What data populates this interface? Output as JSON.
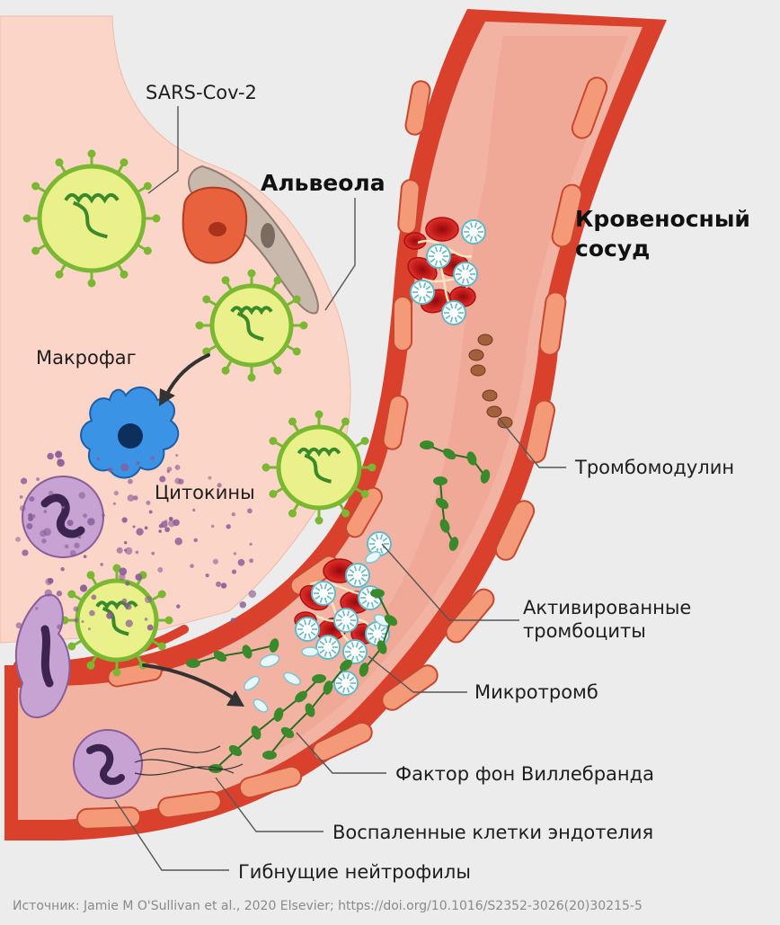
{
  "labels": {
    "sars_cov_2": "SARS-Cov-2",
    "alveola": "Альвеола",
    "blood_vessel_line1": "Кровеносный",
    "blood_vessel_line2": "сосуд",
    "macrophage": "Макрофаг",
    "cytokines": "Цитокины",
    "thrombomodulin": "Тромбомодулин",
    "activated_platelets_line1": "Активированные",
    "activated_platelets_line2": "тромбоциты",
    "microthrombus": "Микротромб",
    "von_willebrand": "Фактор фон Виллебранда",
    "inflamed_endothelium": "Воспаленные клетки эндотелия",
    "dying_neutrophils": "Гибнущие нейтрофилы"
  },
  "source": "Источник: Jamie M O'Sullivan et al., 2020 Elsevier; https://doi.org/10.1016/S2352-3026(20)30215-5",
  "colors": {
    "background": "#ececec",
    "alveolus": "#fbd6c8",
    "vessel_wall": "#d9412c",
    "vessel_lumen": "#f3b3a3",
    "endothelial_cell": "#f59a78",
    "virus": "#eaf08a",
    "virus_spike": "#7ab832",
    "macrophage": "#3b93e6",
    "neutrophil": "#c7a3d3",
    "red_blood_cell": "#c91d1d",
    "platelet": "#ffffff",
    "von_willebrand": "#3a8a2c",
    "thrombomodulin": "#a4603a"
  }
}
